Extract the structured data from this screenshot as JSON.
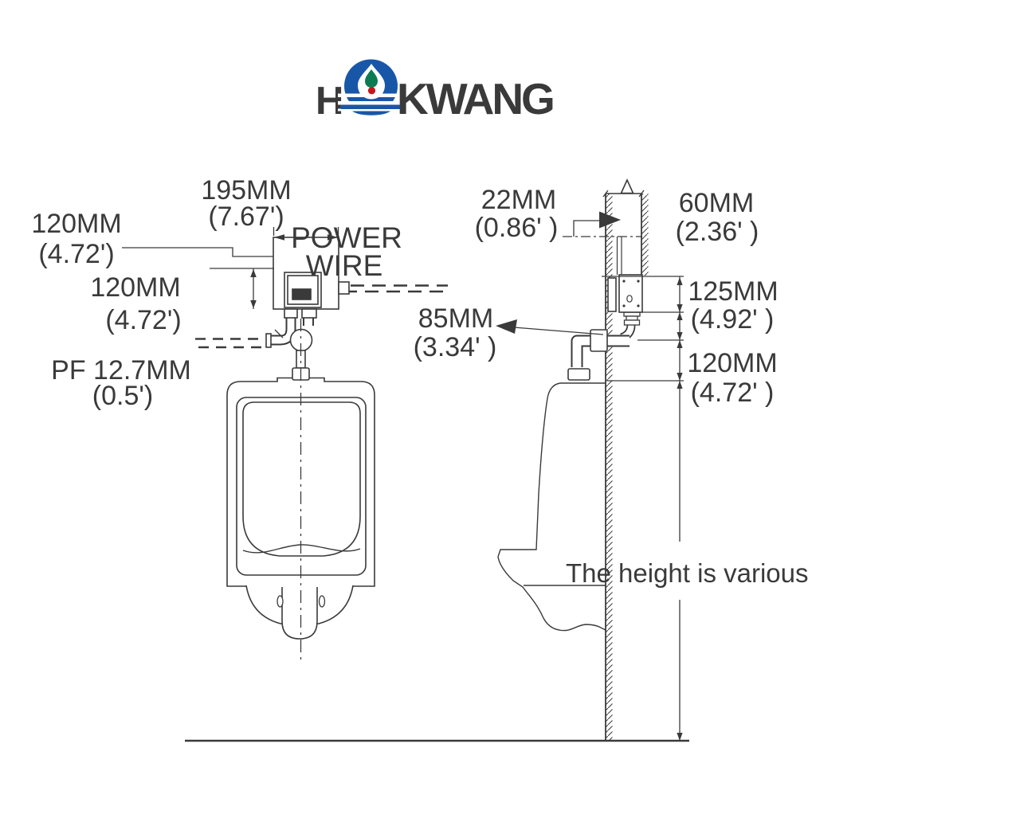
{
  "page": {
    "background": "#ffffff",
    "line_color": "#3a3a3a"
  },
  "logo": {
    "text_before_mark": "H",
    "text_after_mark": "KWANG",
    "mark": "water-drop-in-circle-with-waves",
    "colors": {
      "blue": "#1857A8",
      "green": "#0C7B52",
      "red": "#C5161D"
    }
  },
  "front_view": {
    "labels": {
      "width_mm": "195MM",
      "width_imperial": "(7.67')",
      "top_offset_mm": "120MM",
      "top_offset_imperial": "(4.72')",
      "sensor_offset_mm": "120MM",
      "sensor_offset_imperial": "(4.72')",
      "pipe_thread_line1": "PF 12.7MM",
      "pipe_thread_line2": "(0.5')",
      "power_wire_line1": "POWER",
      "power_wire_line2": "WIRE"
    }
  },
  "side_view": {
    "labels": {
      "hole_mm": "22MM",
      "hole_imperial": "(0.86' )",
      "recess_mm": "60MM",
      "recess_imperial": "(2.36' )",
      "valve_height_mm": "125MM",
      "valve_height_imperial": "(4.92' )",
      "outlet_depth_mm": "85MM",
      "outlet_depth_imperial": "(3.34' )",
      "spud_offset_mm": "120MM",
      "spud_offset_imperial": "(4.72' )",
      "height_note": "The height is various"
    }
  }
}
